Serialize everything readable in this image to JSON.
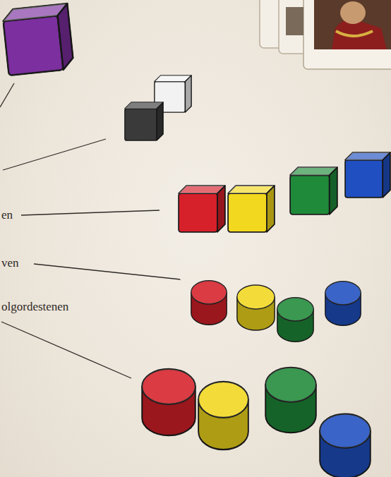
{
  "diagram": {
    "labels": [
      "en",
      "ven",
      "olgordestenen"
    ]
  }
}
